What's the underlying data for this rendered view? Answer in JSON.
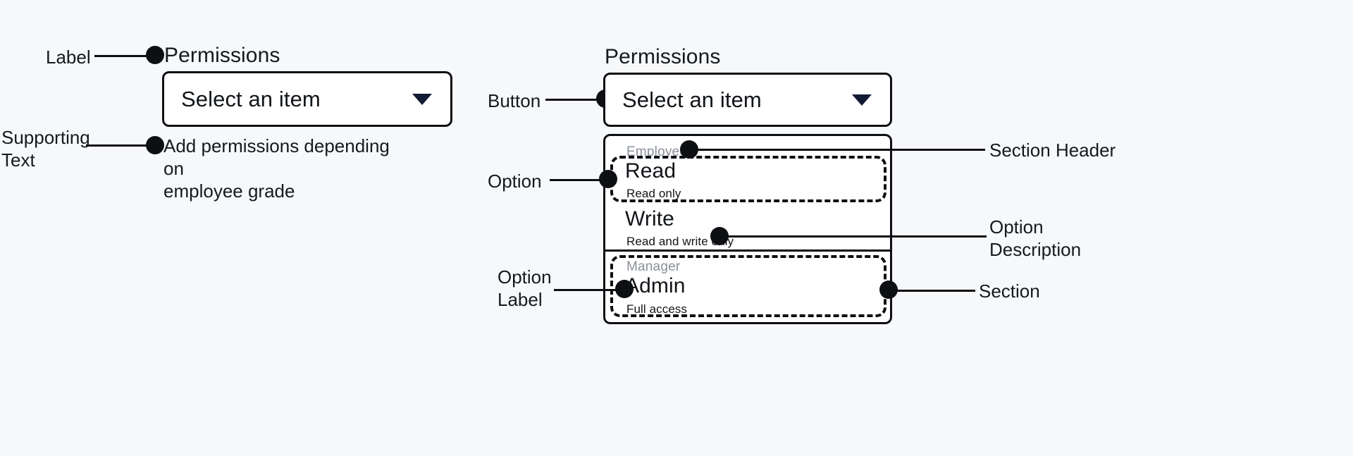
{
  "canvas": {
    "background": "#f6f8fa",
    "ink": "#0d0f12",
    "muted": "#8a9099",
    "accent": "#131a33"
  },
  "left_specimen": {
    "label": "Permissions",
    "select": {
      "value": "Select an item",
      "chevron_icon": "chevron-down-icon"
    },
    "supporting_text": "Add permissions depending on\nemployee grade"
  },
  "right_specimen": {
    "label": "Permissions",
    "select": {
      "value": "Select an item",
      "chevron_icon": "chevron-down-icon"
    },
    "listbox": {
      "sections": [
        {
          "header": "Employees",
          "options": [
            {
              "label": "Read",
              "description": "Read only"
            },
            {
              "label": "Write",
              "description": "Read and write only"
            }
          ]
        },
        {
          "header": "Manager",
          "options": [
            {
              "label": "Admin",
              "description": "Full access"
            }
          ]
        }
      ]
    }
  },
  "annotations": {
    "left": [
      {
        "id": "label",
        "text": "Label"
      },
      {
        "id": "supporting-text",
        "text": "Supporting\nText"
      }
    ],
    "right_left_side": [
      {
        "id": "button",
        "text": "Button"
      },
      {
        "id": "option",
        "text": "Option"
      },
      {
        "id": "option-label",
        "text": "Option\nLabel"
      }
    ],
    "right_right_side": [
      {
        "id": "section-header",
        "text": "Section Header"
      },
      {
        "id": "option-description",
        "text": "Option\nDescription"
      },
      {
        "id": "section",
        "text": "Section"
      }
    ]
  }
}
